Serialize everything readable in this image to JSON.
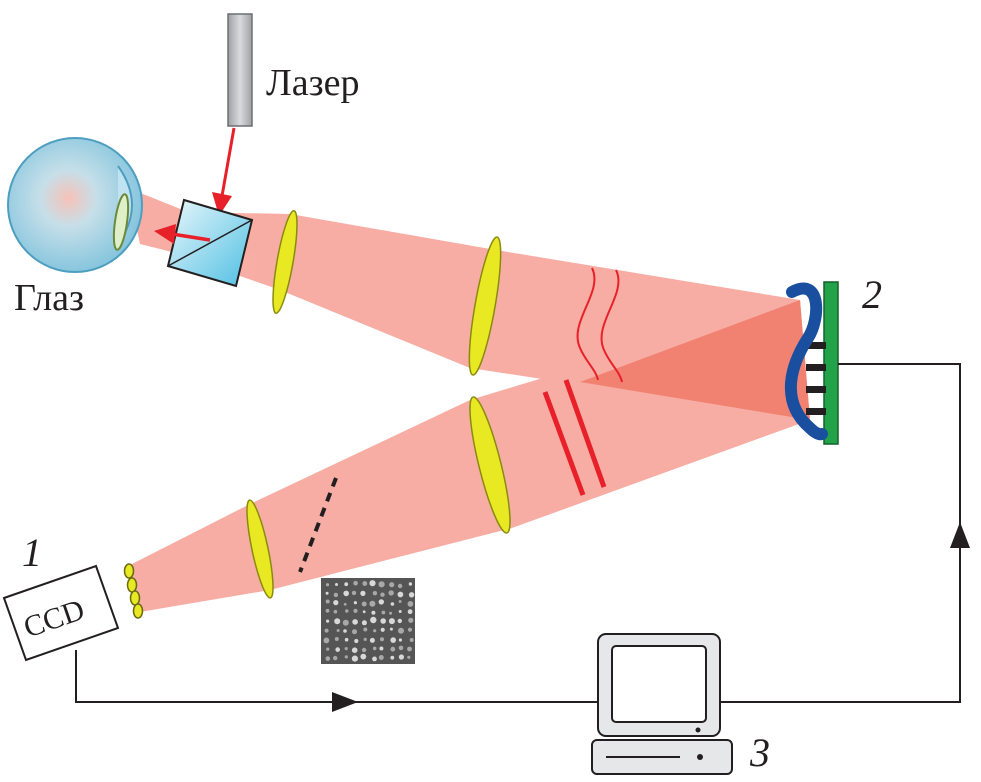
{
  "labels": {
    "laser": "Лазер",
    "eye": "Глаз",
    "ccd": "CCD",
    "num_1": "1",
    "num_2": "2",
    "num_3": "3"
  },
  "colors": {
    "beam": "#f7a59a",
    "beam_dense": "#f07a6a",
    "lens": "#e8e823",
    "mirror_surface": "#1a4fa0",
    "mirror_base": "#22a34a",
    "arrow": "#e8202a",
    "wavefront": "#e8202a",
    "laser_body": "#b9bcbf",
    "eyeball": "#a8d8ea",
    "cube": "#c9ecf6",
    "line": "#231f20"
  }
}
